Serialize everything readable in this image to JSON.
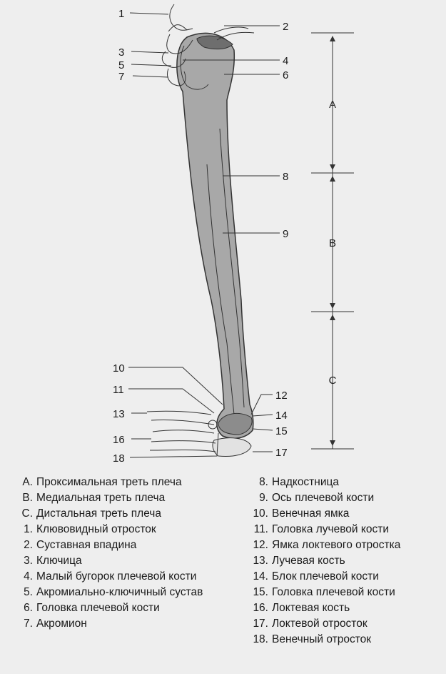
{
  "callouts": {
    "c1": "1",
    "c2": "2",
    "c3": "3",
    "c4": "4",
    "c5": "5",
    "c6": "6",
    "c7": "7",
    "c8": "8",
    "c9": "9",
    "c10": "10",
    "c11": "11",
    "c12": "12",
    "c13": "13",
    "c14": "14",
    "c15": "15",
    "c16": "16",
    "c17": "17",
    "c18": "18"
  },
  "segments": {
    "a": "A",
    "b": "B",
    "c": "C"
  },
  "legend_left": [
    {
      "key": "A.",
      "text": "Проксимальная треть плеча"
    },
    {
      "key": "B.",
      "text": "Медиальная треть плеча"
    },
    {
      "key": "C.",
      "text": "Дистальная треть плеча"
    },
    {
      "key": "1.",
      "text": "Клювовидный отросток"
    },
    {
      "key": "2.",
      "text": "Суставная впадина"
    },
    {
      "key": "3.",
      "text": "Ключица"
    },
    {
      "key": "4.",
      "text": "Малый бугорок плечевой кости"
    },
    {
      "key": "5.",
      "text": "Акромиально-ключичный сустав"
    },
    {
      "key": "6.",
      "text": "Головка плечевой кости"
    },
    {
      "key": "7.",
      "text": "Акромион"
    }
  ],
  "legend_right": [
    {
      "key": "8.",
      "text": "Надкостница"
    },
    {
      "key": "9.",
      "text": "Ось плечевой кости"
    },
    {
      "key": "10.",
      "text": "Венечная ямка"
    },
    {
      "key": "11.",
      "text": "Головка лучевой кости"
    },
    {
      "key": "12.",
      "text": "Ямка локтевого отростка"
    },
    {
      "key": "13.",
      "text": "Лучевая кость"
    },
    {
      "key": "14.",
      "text": "Блок плечевой кости"
    },
    {
      "key": "15.",
      "text": "Головка плечевой кости"
    },
    {
      "key": "16.",
      "text": "Локтевая кость"
    },
    {
      "key": "17.",
      "text": "Локтевой отросток"
    },
    {
      "key": "18.",
      "text": "Венечный отросток"
    }
  ],
  "colors": {
    "bone": "#a8a8a8",
    "background": "#eeeeee",
    "line": "#333333"
  }
}
